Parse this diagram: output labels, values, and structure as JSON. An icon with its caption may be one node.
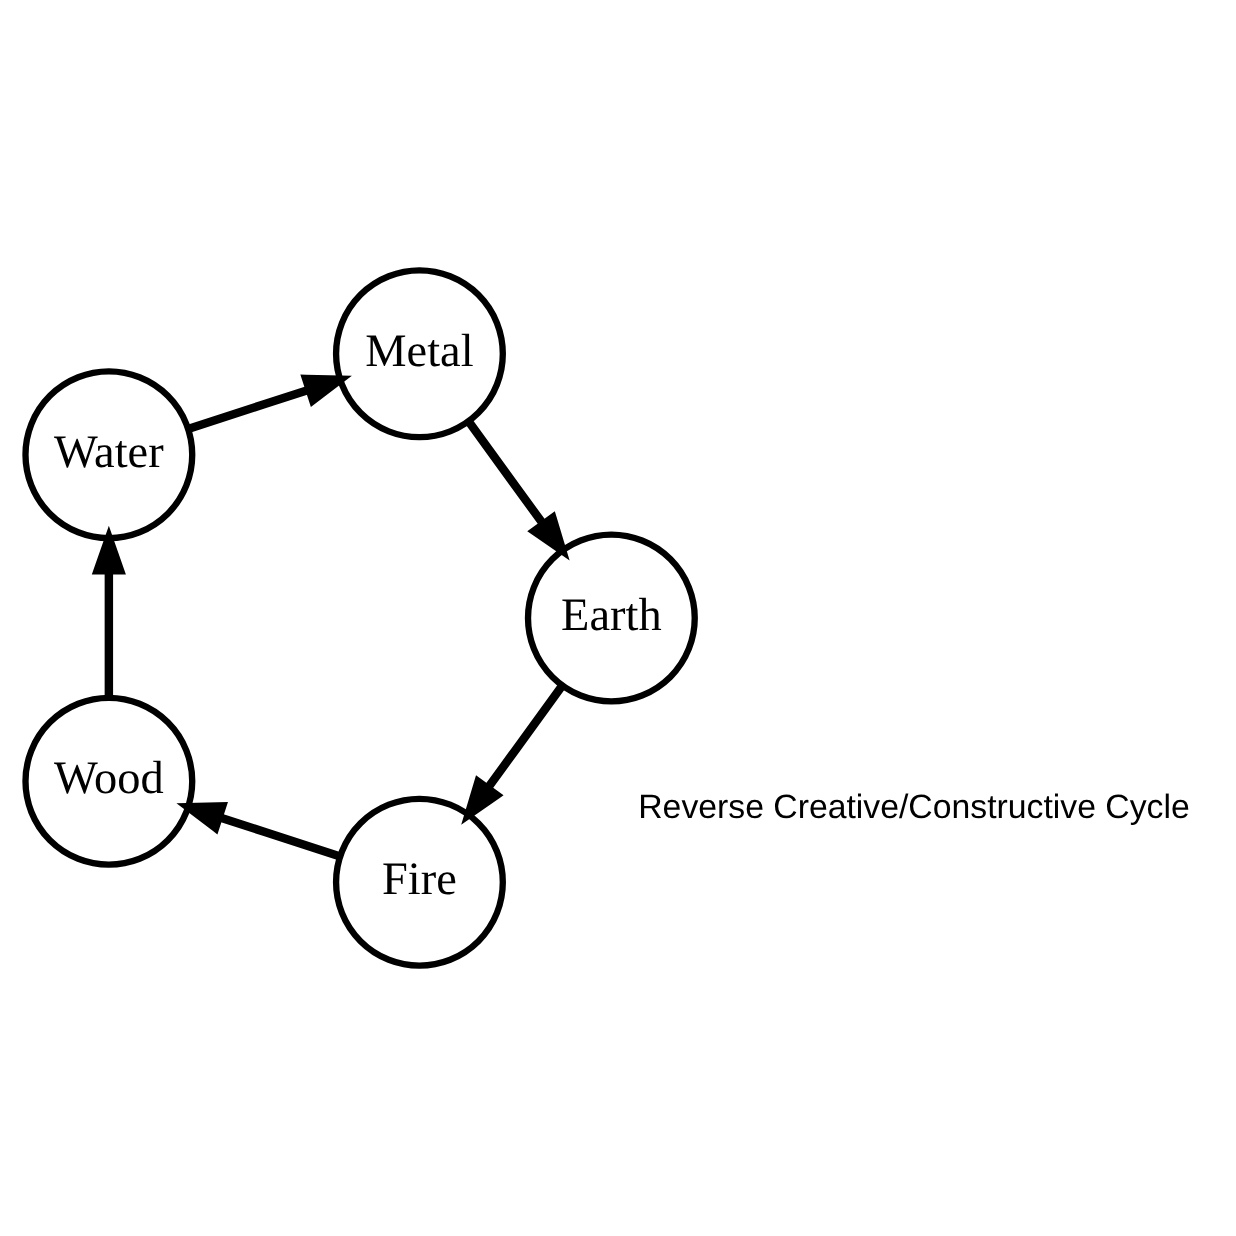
{
  "diagram": {
    "nodes": [
      {
        "text": [
          "Fire"
        ]
      },
      {
        "text": [
          "Wood"
        ]
      },
      {
        "text": [
          "Earth"
        ]
      },
      {
        "text": [
          "Water"
        ]
      },
      {
        "text": [
          "Metal"
        ]
      }
    ],
    "edges": [
      {
        "from": 0,
        "to": 1,
        "arrow": "to"
      },
      {
        "from": 1,
        "to": 3,
        "arrow": "to"
      },
      {
        "from": 3,
        "to": 4,
        "arrow": "to"
      },
      {
        "from": 4,
        "to": 2,
        "arrow": "to"
      },
      {
        "from": 2,
        "to": 0,
        "arrow": "to"
      }
    ],
    "labels": [
      "Reverse Creative/Constructive Cycle"
    ]
  }
}
